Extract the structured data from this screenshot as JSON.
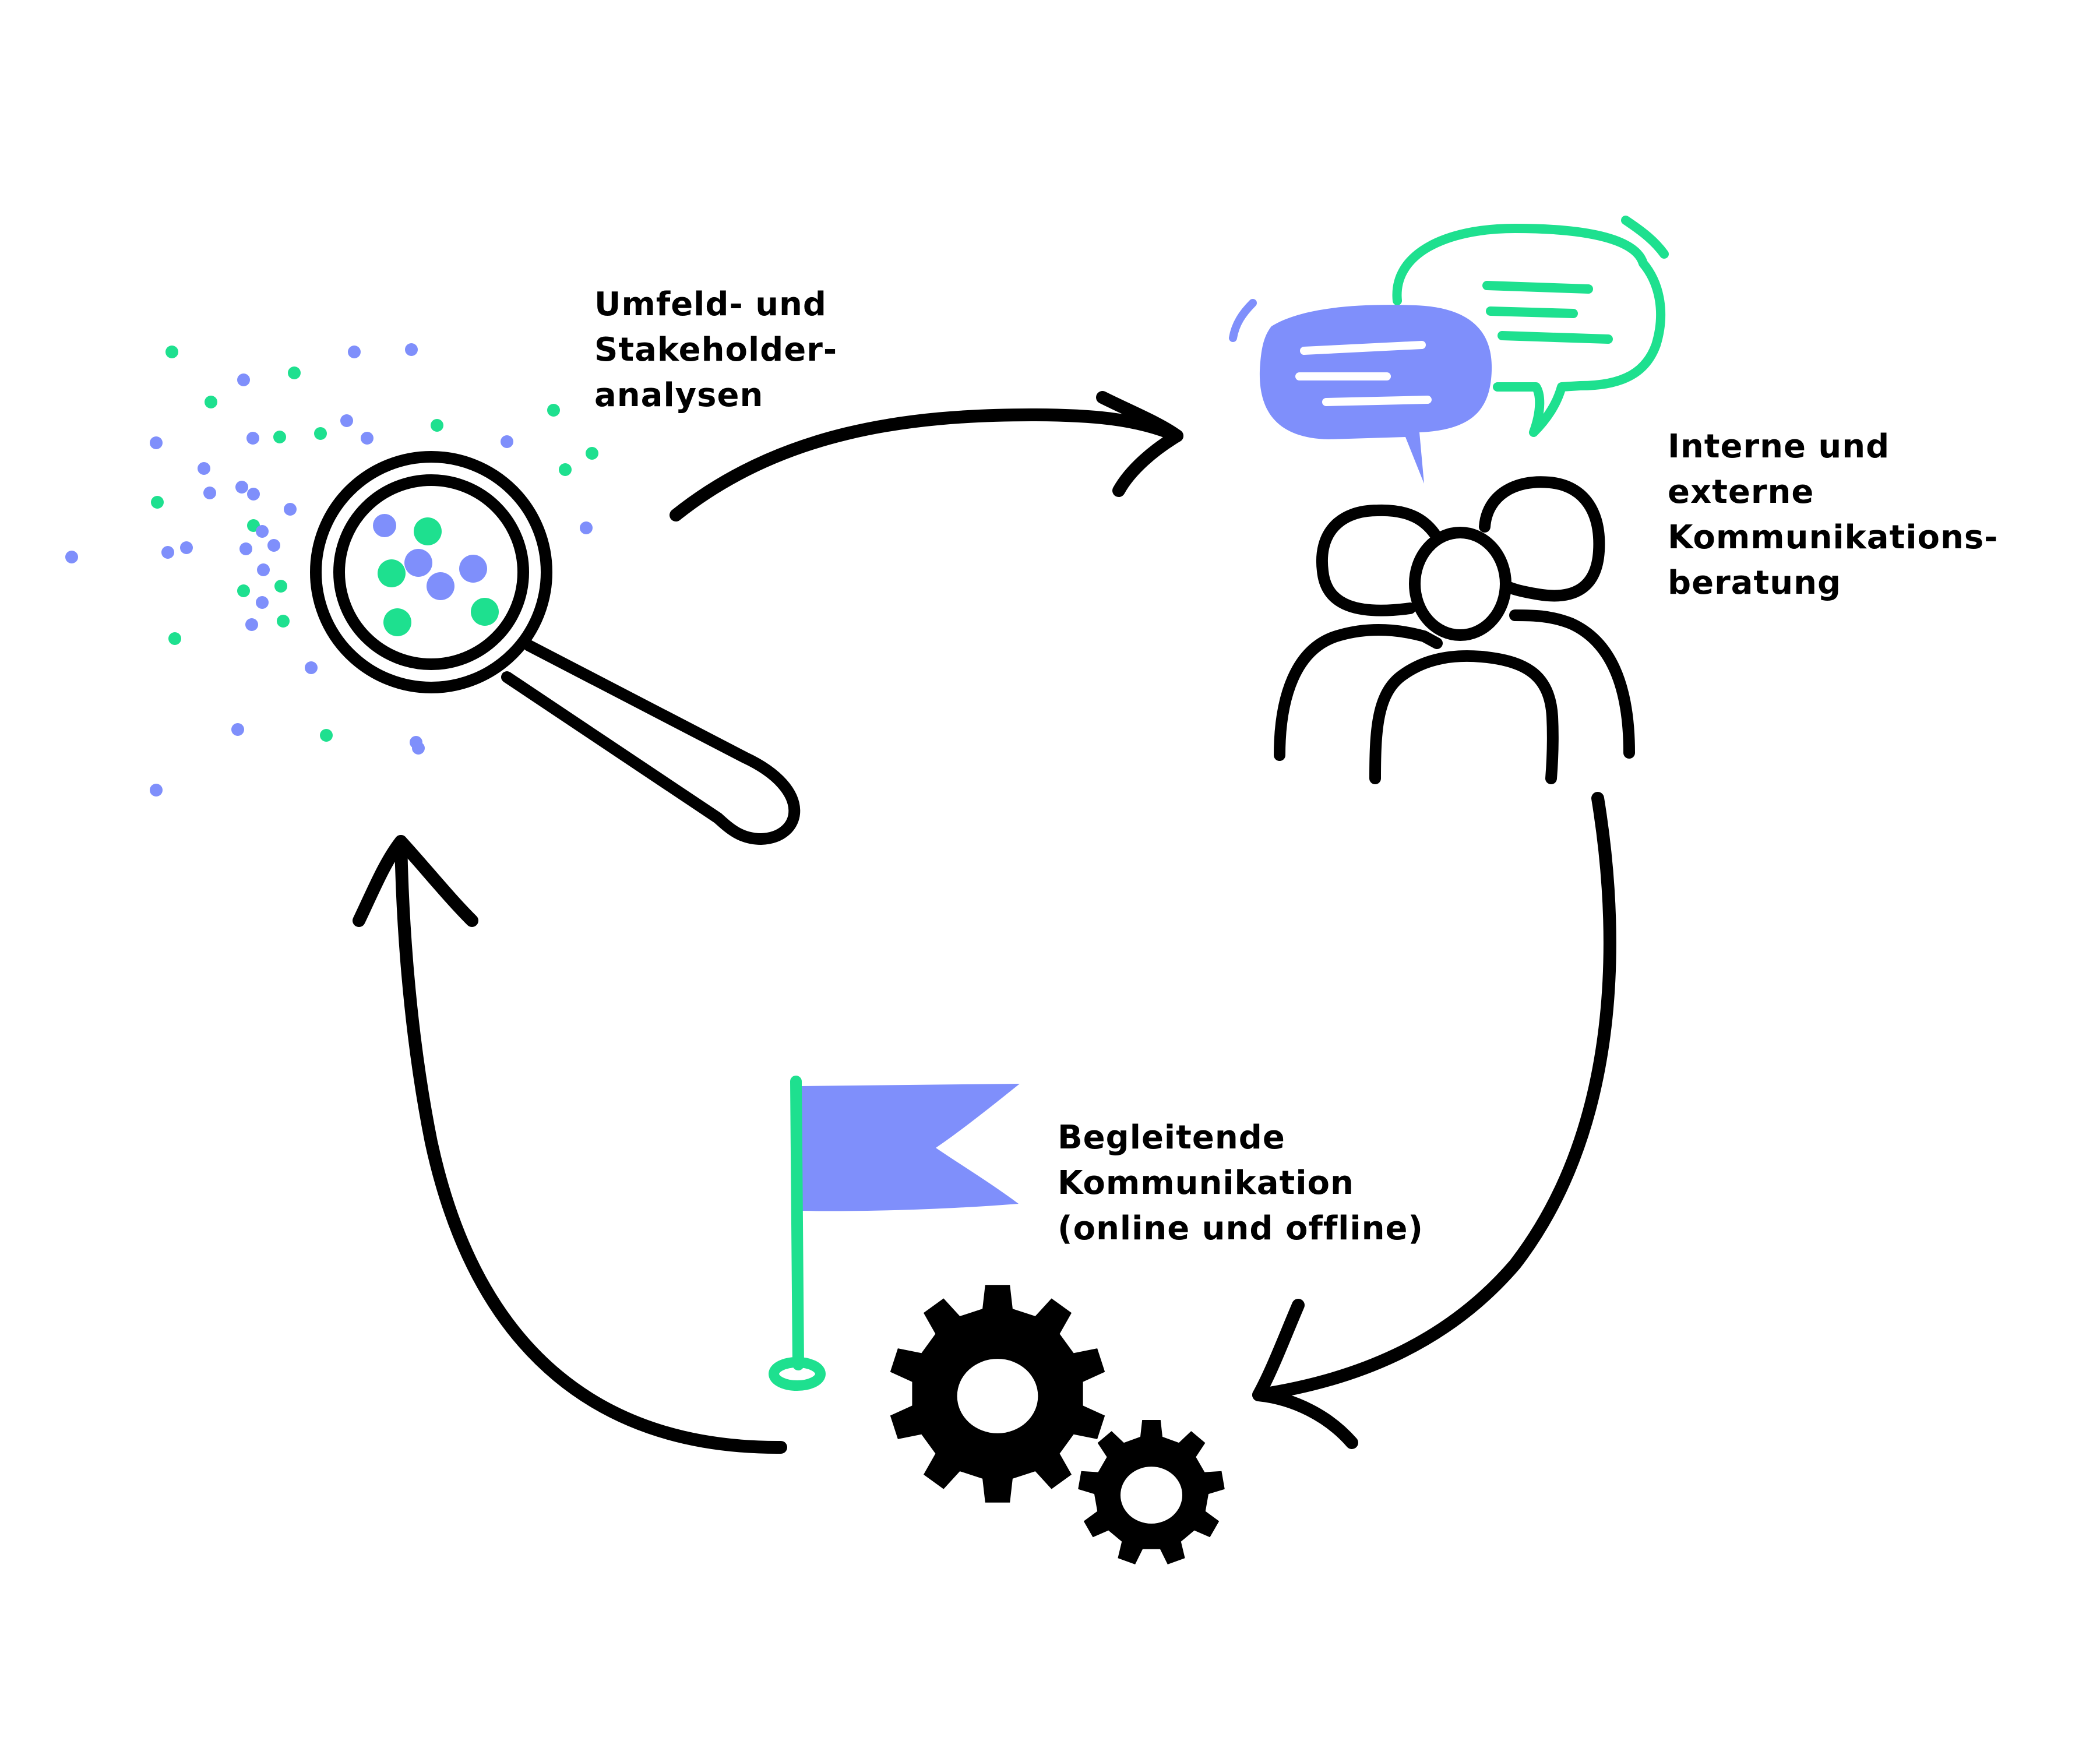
{
  "colors": {
    "ink": "#000000",
    "blue": "#7f8ffb",
    "green": "#1ee08f",
    "background": "#ffffff"
  },
  "labels": {
    "analysis": [
      "Umfeld- und",
      "Stakeholder-",
      "analysen"
    ],
    "consulting": [
      "Interne und",
      "externe",
      "Kommunikations-",
      "beratung"
    ],
    "communication": [
      "Begleitende",
      "Kommunikation",
      "(online und offline)"
    ]
  },
  "icons": {
    "analysis": "magnifying-glass-icon",
    "consulting": "people-group-icon",
    "speech": "speech-bubbles-icon",
    "flag": "flag-icon",
    "gears": "gears-icon"
  }
}
